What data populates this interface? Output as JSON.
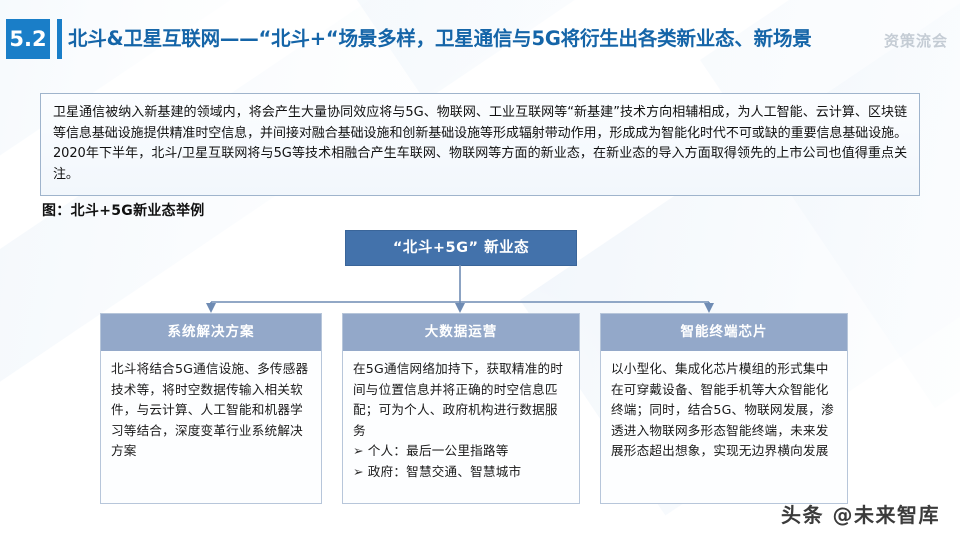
{
  "header": {
    "section_number": "5.2",
    "title": "北斗&卫星互联网——“北斗+“场景多样，卫星通信与5G将衍生出各类新业态、新场景",
    "watermark": "资策流会"
  },
  "lead_paragraph": "卫星通信被纳入新基建的领域内，将会产生大量协同效应将与5G、物联网、工业互联网等“新基建”技术方向相辅相成，为人工智能、云计算、区块链等信息基础设施提供精准时空信息，并间接对融合基础设施和创新基础设施等形成辐射带动作用，形成成为智能化时代不可或缺的重要信息基础设施。2020年下半年，北斗/卫星互联网将与5G等技术相融合产生车联网、物联网等方面的新业态，在新业态的导入方面取得领先的上市公司也值得重点关注。",
  "figure": {
    "caption": "图：北斗+5G新业态举例",
    "root_label": "“北斗+5G” 新业态",
    "columns": [
      {
        "title": "系统解决方案",
        "body": "北斗将结合5G通信设施、多传感器技术等，将时空数据传输入相关软件，与云计算、人工智能和机器学习等结合，深度变革行业系统解决方案",
        "bullets": []
      },
      {
        "title": "大数据运营",
        "body": "在5G通信网络加持下，获取精准的时间与位置信息并将正确的时空信息匹配；可为个人、政府机构进行数据服务",
        "bullets": [
          "个人：最后一公里指路等",
          "政府：智慧交通、智慧城市"
        ]
      },
      {
        "title": "智能终端芯片",
        "body": "以小型化、集成化芯片模组的形式集中在可穿戴设备、智能手机等大众智能化终端；同时，结合5G、物联网发展，渗透进入物联网多形态智能终端，未来发展形态超出想象，实现无边界横向发展",
        "bullets": []
      }
    ],
    "bullet_glyph": "➢"
  },
  "footer": {
    "watermark": "头条 @未来智库"
  },
  "colors": {
    "accent_blue": "#1a7ec8",
    "title_blue": "#1565a8",
    "root_box": "#4372ab",
    "column_head": "#93a8c9",
    "connector": "#6f8cb4",
    "box_border": "#b7c6da"
  }
}
